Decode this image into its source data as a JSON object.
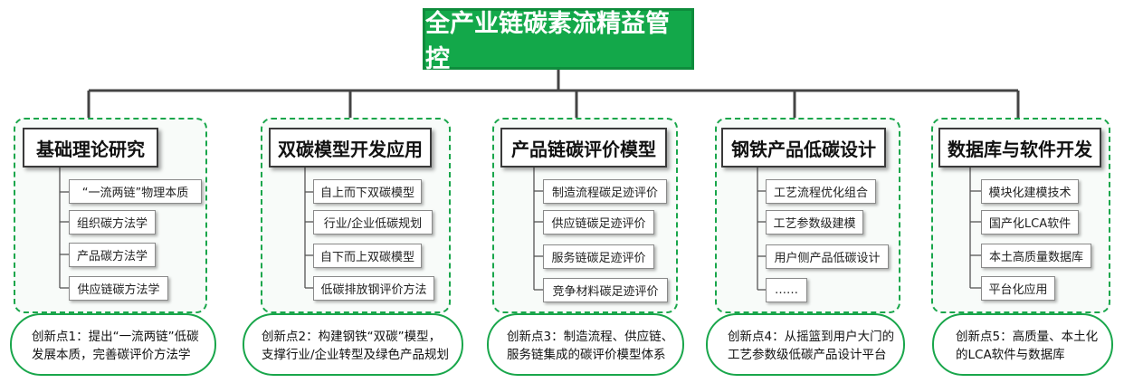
{
  "title": "全产业链碳素流精益管控",
  "columns": [
    {
      "header": "基础理论研究",
      "items": [
        "“一流两链”物理本质",
        "组织碳方法学",
        "产品碳方法学",
        "供应链碳方法学"
      ],
      "innovation": [
        "创新点1：提出“一流两链”低碳",
        "发展本质，完善碳评价方法学"
      ]
    },
    {
      "header": "双碳模型开发应用",
      "items": [
        "自上而下双碳模型",
        "行业/企业低碳规划",
        "自下而上双碳模型",
        "低碳排放钢评价方法"
      ],
      "innovation": [
        "创新点2：构建钢铁“双碳”模型，",
        "支撑行业/企业转型及绿色产品规划"
      ]
    },
    {
      "header": "产品链碳评价模型",
      "items": [
        "制造流程碳足迹评价",
        "供应链碳足迹评价",
        "服务链碳足迹评价",
        "竞争材料碳足迹评价"
      ],
      "innovation": [
        "创新点3：制造流程、供应链、",
        "服务链集成的碳评价模型体系"
      ]
    },
    {
      "header": "钢铁产品低碳设计",
      "items": [
        "工艺流程优化组合",
        "工艺参数级建模",
        "用户侧产品低碳设计",
        "……"
      ],
      "innovation": [
        "创新点4：从摇篮到用户大门的",
        "工艺参数级低碳产品设计平台"
      ]
    },
    {
      "header": "数据库与软件开发",
      "items": [
        "模块化建模技术",
        "国产化LCA软件",
        "本土高质量数据库",
        "平台化应用"
      ],
      "innovation": [
        "创新点5：高质量、本土化",
        "的LCA软件与数据库"
      ]
    }
  ]
}
